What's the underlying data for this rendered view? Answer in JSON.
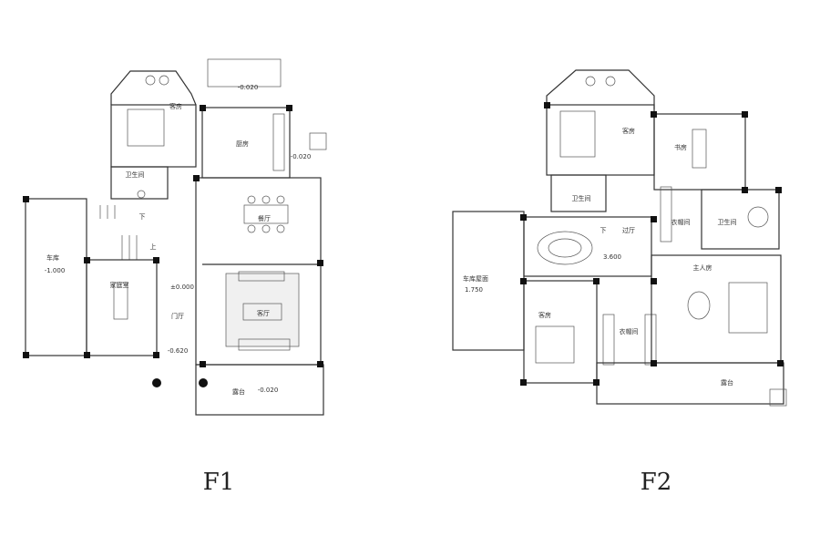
{
  "plans": [
    {
      "title": "F1",
      "rooms": {
        "guest_room": "客房",
        "kitchen": "厨房",
        "bathroom": "卫生间",
        "dining": "餐厅",
        "garage": "车库",
        "family_room": "家庭室",
        "foyer": "门厅",
        "living": "客厅",
        "terrace": "露台",
        "stair_down": "下",
        "stair_up": "上"
      },
      "elevations": {
        "top": "-0.020",
        "kitchen_side": "-0.020",
        "garage": "-1.000",
        "main": "±0.000",
        "entry": "-0.620",
        "terrace": "-0.020"
      }
    },
    {
      "title": "F2",
      "rooms": {
        "guest_room_top": "客房",
        "study": "书房",
        "bathroom_left": "卫生间",
        "hall": "过厅",
        "closet_right": "衣帽间",
        "bathroom_right": "卫生间",
        "master": "主人房",
        "garage_roof": "车库屋面",
        "guest_room_bottom": "客房",
        "closet_bottom": "衣帽间",
        "terrace": "露台",
        "stair_down": "下"
      },
      "elevations": {
        "hall": "3.600",
        "garage_roof": "1.750"
      }
    }
  ]
}
